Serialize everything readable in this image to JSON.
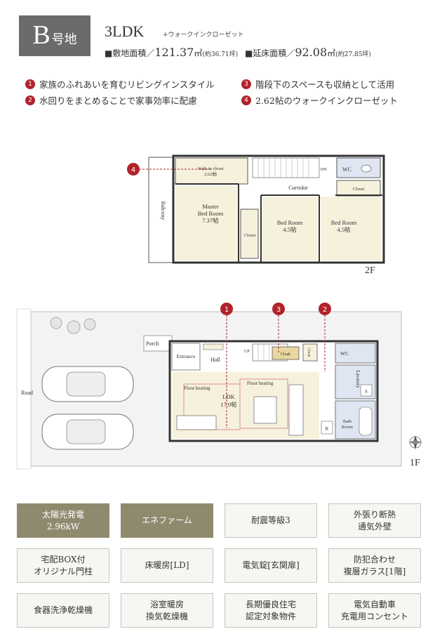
{
  "header": {
    "lot_letter": "B",
    "lot_suffix": "号地",
    "layout_type": "3LDK",
    "layout_sub": "+ウォークインクローゼット",
    "site_label": "■敷地面積／",
    "site_value": "121.37",
    "site_unit": "㎡",
    "site_tsubo": "(約36.71坪)",
    "floor_label": "■延床面積／",
    "floor_value": "92.08",
    "floor_unit": "㎡",
    "floor_tsubo": "(約27.85坪)"
  },
  "features": [
    {
      "num": "1",
      "text": "家族のふれあいを育むリビングインスタイル"
    },
    {
      "num": "2",
      "text": "水回りをまとめることで家事効率に配慮"
    },
    {
      "num": "3",
      "text": "階段下のスペースも収納として活用"
    },
    {
      "num": "4",
      "text": "2.62帖のウォークインクローゼット"
    }
  ],
  "plan2f": {
    "floor": "2F",
    "balcony": "Balcony",
    "walk_in": "Walk in closet",
    "walk_in_size": "2.62帖",
    "dn": "DN",
    "wc": "WC",
    "corridor": "Corridor",
    "closet": "Closet",
    "master": "Master",
    "bed_room": "Bed Room",
    "master_size": "7.37帖",
    "bed2_size": "4.5帖",
    "bed3_size": "4.5帖"
  },
  "plan1f": {
    "floor": "1F",
    "road": "Road",
    "porch": "Porch",
    "entrance": "Entrance",
    "hall": "Hall",
    "up": "UP",
    "cloak": "Cloak",
    "wc": "WC",
    "lavatory": "Lavatory",
    "s": "S",
    "floor_heating": "Floor heating",
    "ldk": "LDK",
    "ldk_size": "17.0帖",
    "bath": "Bath",
    "room": "Room",
    "r": "R"
  },
  "markers": [
    "1",
    "2",
    "3",
    "4"
  ],
  "specs": [
    {
      "lines": [
        "太陽光発電",
        "2.96kW"
      ],
      "highlight": true
    },
    {
      "lines": [
        "エネファーム"
      ],
      "highlight": true
    },
    {
      "lines": [
        "耐震等級3"
      ],
      "highlight": false
    },
    {
      "lines": [
        "外張り断熱",
        "通気外壁"
      ],
      "highlight": false
    },
    {
      "lines": [
        "宅配BOX付",
        "オリジナル門柱"
      ],
      "highlight": false
    },
    {
      "lines": [
        "床暖房[LD]"
      ],
      "highlight": false
    },
    {
      "lines": [
        "電気錠[玄関扉]"
      ],
      "highlight": false
    },
    {
      "lines": [
        "防犯合わせ",
        "複層ガラス[1階]"
      ],
      "highlight": false
    },
    {
      "lines": [
        "食器洗浄乾燥機"
      ],
      "highlight": false
    },
    {
      "lines": [
        "浴室暖房",
        "換気乾燥機"
      ],
      "highlight": false
    },
    {
      "lines": [
        "長期優良住宅",
        "認定対象物件"
      ],
      "highlight": false
    },
    {
      "lines": [
        "電気自動車",
        "充電用コンセント"
      ],
      "highlight": false
    }
  ],
  "colors": {
    "accent": "#b0232a",
    "badge": "#6b6b6b",
    "spec_highlight": "#8f8a6e",
    "room_fill": "#f6f1dc",
    "wc_fill": "#dfe6f2"
  }
}
